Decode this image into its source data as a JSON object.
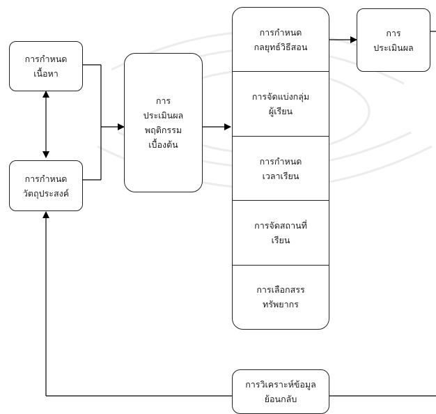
{
  "diagram": {
    "nodes": {
      "content": "การกำหนด\nเนื้อหา",
      "objectives": "การกำหนด\nวัตถุประสงค์",
      "pre_assessment": "การ\nประเมินผล\nพฤติกรรม\nเบื้องต้น",
      "strategies": "การกำหนด\nกลยุทธ์วิธีสอน",
      "grouping": "การจัดแบ่งกลุ่ม\nผู้เรียน",
      "time": "การกำหนด\nเวลาเรียน",
      "space": "การจัดสถานที่\nเรียน",
      "resources": "การเลือกสรร\nทรัพยากร",
      "evaluation": "การ\nประเมินผล",
      "feedback": "การวิเคราะห์ข้อมูล\nย้อนกลับ"
    },
    "line_color": "#000000"
  }
}
